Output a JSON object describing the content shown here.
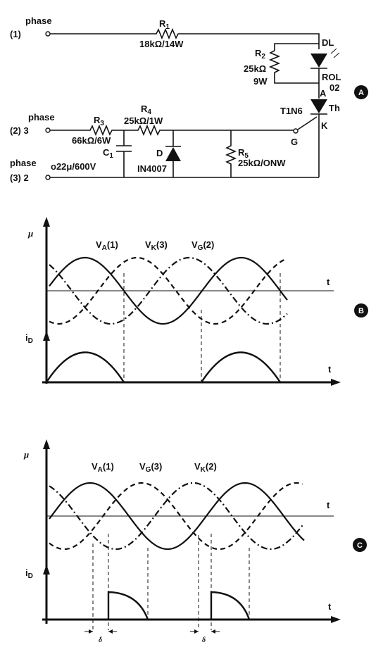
{
  "circuit": {
    "phase1": {
      "name": "phase",
      "num": "(1)"
    },
    "phase2": {
      "name": "phase",
      "num": "(2) 3"
    },
    "phase3": {
      "name": "phase",
      "num": "(3) 2"
    },
    "r1": {
      "name": "R",
      "sub": "1",
      "value": "18kΩ/14W"
    },
    "r2": {
      "name": "R",
      "sub": "2",
      "value1": "25kΩ",
      "value2": "9W"
    },
    "r3": {
      "name": "R",
      "sub": "3",
      "value": "66kΩ/6W"
    },
    "r4": {
      "name": "R",
      "sub": "4",
      "value": "25kΩ/1W"
    },
    "r5": {
      "name": "R",
      "sub": "5",
      "value": "25kΩ/ONW"
    },
    "c1": {
      "name": "C",
      "sub": "1",
      "value": "o22μ/600V"
    },
    "d": {
      "name": "D",
      "value": "IN4007"
    },
    "led": {
      "name": "DL",
      "value1": "ROL",
      "value2": "02"
    },
    "thyristor": {
      "name": "T1N6",
      "anode": "A",
      "th": "Th",
      "cathode": "K",
      "gate": "G"
    },
    "badge": "A"
  },
  "graph_b": {
    "badge": "B",
    "y_label": "μ",
    "x_label": "t",
    "id_label": "i",
    "id_sub": "D",
    "t2_label": "t",
    "curves": [
      {
        "name": "V",
        "sub": "A",
        "num": "(1)",
        "style": "solid"
      },
      {
        "name": "V",
        "sub": "K",
        "num": "(3)",
        "style": "dashdot"
      },
      {
        "name": "V",
        "sub": "G",
        "num": "(2)",
        "style": "dashed"
      }
    ]
  },
  "graph_c": {
    "badge": "C",
    "y_label": "μ",
    "x_label": "t",
    "id_label": "i",
    "id_sub": "D",
    "t2_label": "t",
    "delta": "δ",
    "curves": [
      {
        "name": "V",
        "sub": "A",
        "num": "(1)",
        "style": "solid"
      },
      {
        "name": "V",
        "sub": "G",
        "num": "(3)",
        "style": "dashdot"
      },
      {
        "name": "V",
        "sub": "K",
        "num": "(2)",
        "style": "dashed"
      }
    ]
  }
}
